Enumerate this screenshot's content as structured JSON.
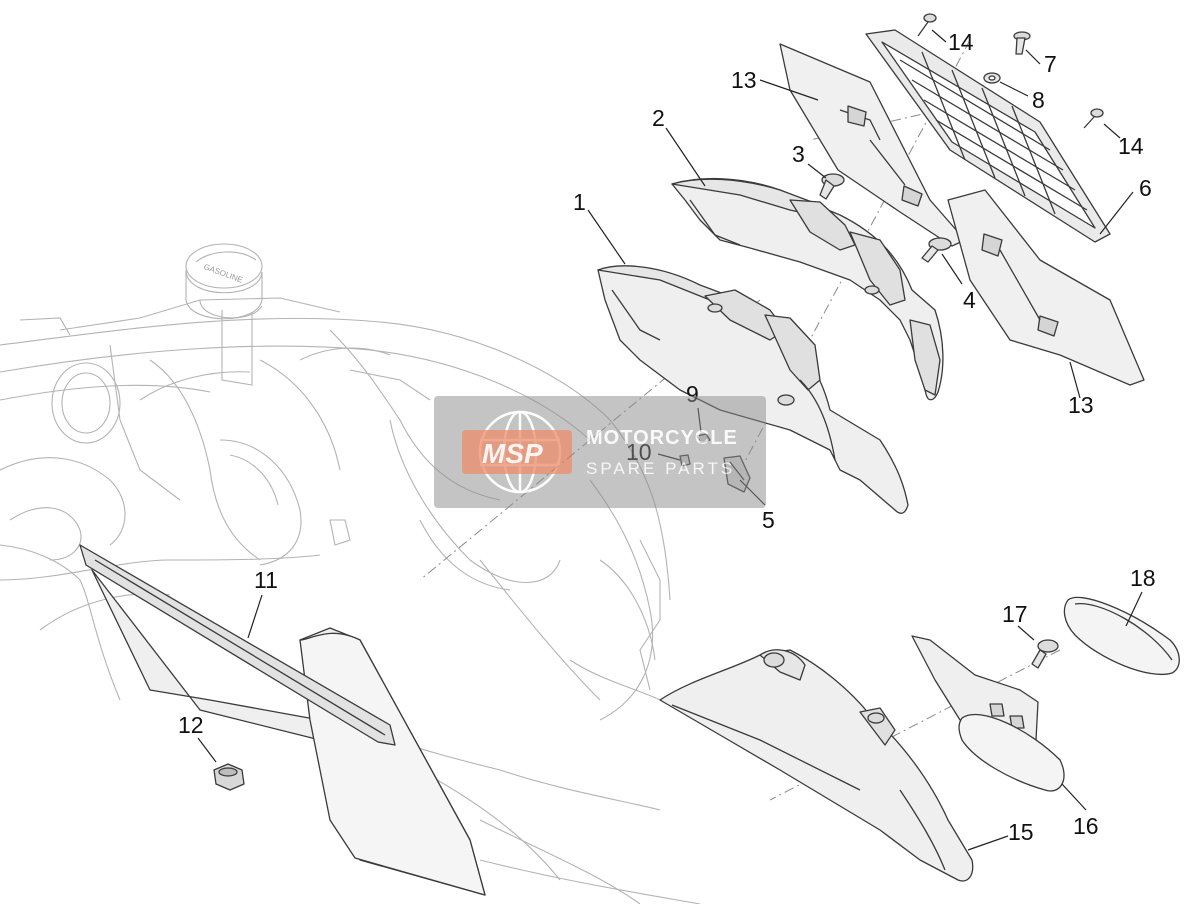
{
  "diagram": {
    "body_label": "GASOLINE",
    "callouts": [
      "1",
      "2",
      "3",
      "4",
      "5",
      "6",
      "7",
      "8",
      "9",
      "10",
      "11",
      "12",
      "13",
      "13",
      "14",
      "14",
      "15",
      "16",
      "17",
      "18"
    ]
  },
  "watermark": {
    "logo": "MSP",
    "line1": "MOTORCYCLE",
    "line2": "SPARE PARTS",
    "colors": {
      "orange": "#e8734a",
      "grey": "#8c8c8c"
    }
  }
}
